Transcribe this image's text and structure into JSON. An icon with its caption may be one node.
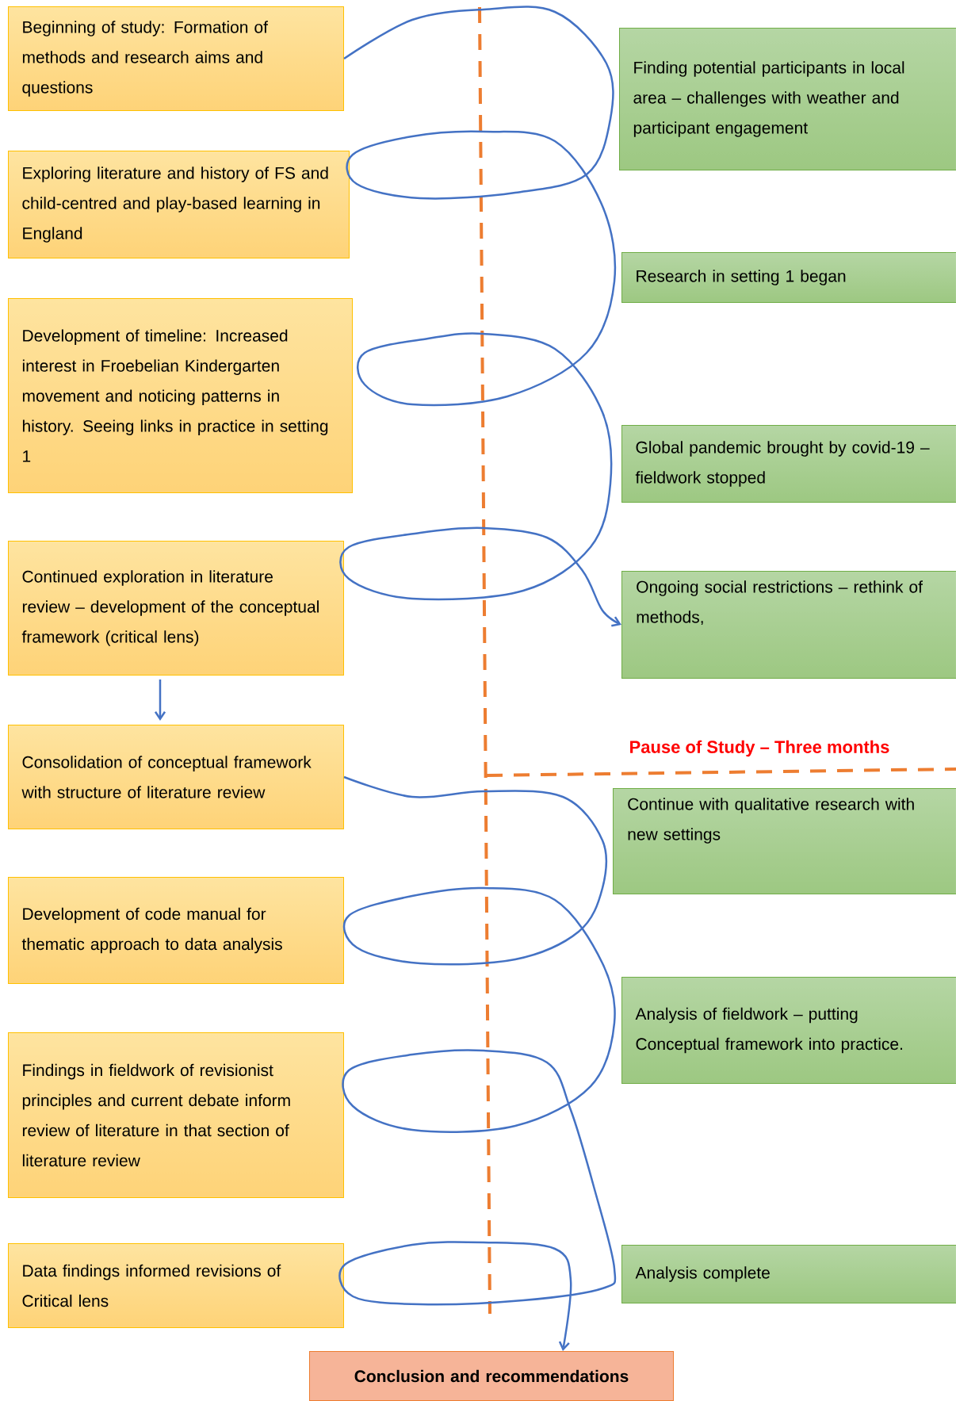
{
  "diagram": {
    "nodes": [
      {
        "text": [
          "Beginning of study: Formation of methods and research aims and questions"
        ]
      },
      {
        "text": [
          "Finding potential participants in local area – challenges with weather and participant engagement"
        ]
      },
      {
        "text": [
          "Exploring literature and history of FS and child-centred and play-based learning in England"
        ]
      },
      {
        "text": [
          "Research in setting 1 began"
        ]
      },
      {
        "text": [
          "Development of timeline: Increased interest in Froebelian Kindergarten movement and noticing patterns in history. Seeing links in practice in setting 1"
        ]
      },
      {
        "text": [
          "Global pandemic brought by covid-19 – fieldwork stopped"
        ]
      },
      {
        "text": [
          "Continued exploration in literature review – development of the conceptual framework (critical lens)"
        ]
      },
      {
        "text": [
          "Ongoing social restrictions – rethink of methods,"
        ]
      },
      {
        "text": [
          "Consolidation of conceptual framework with structure of literature review"
        ]
      },
      {
        "text": [
          "Continue with qualitative research with new settings"
        ]
      },
      {
        "text": [
          "Development of code manual for thematic approach to data analysis"
        ]
      },
      {
        "text": [
          "Analysis of fieldwork – putting Conceptual framework into practice."
        ]
      },
      {
        "text": [
          "Findings in fieldwork of revisionist principles and current debate inform review of literature in that section of literature review"
        ]
      },
      {
        "text": [
          "Analysis complete"
        ]
      },
      {
        "text": [
          "Data findings informed revisions of Critical lens"
        ]
      },
      {
        "text": [
          "Conclusion and recommendations"
        ]
      }
    ],
    "edges": [
      {
        "from": 0,
        "to": 7,
        "arrow": "to"
      },
      {
        "from": 6,
        "to": 8,
        "arrow": "to"
      },
      {
        "from": 8,
        "to": 15,
        "arrow": "to"
      }
    ],
    "labels": [
      "Pause of Study – Three months"
    ]
  }
}
